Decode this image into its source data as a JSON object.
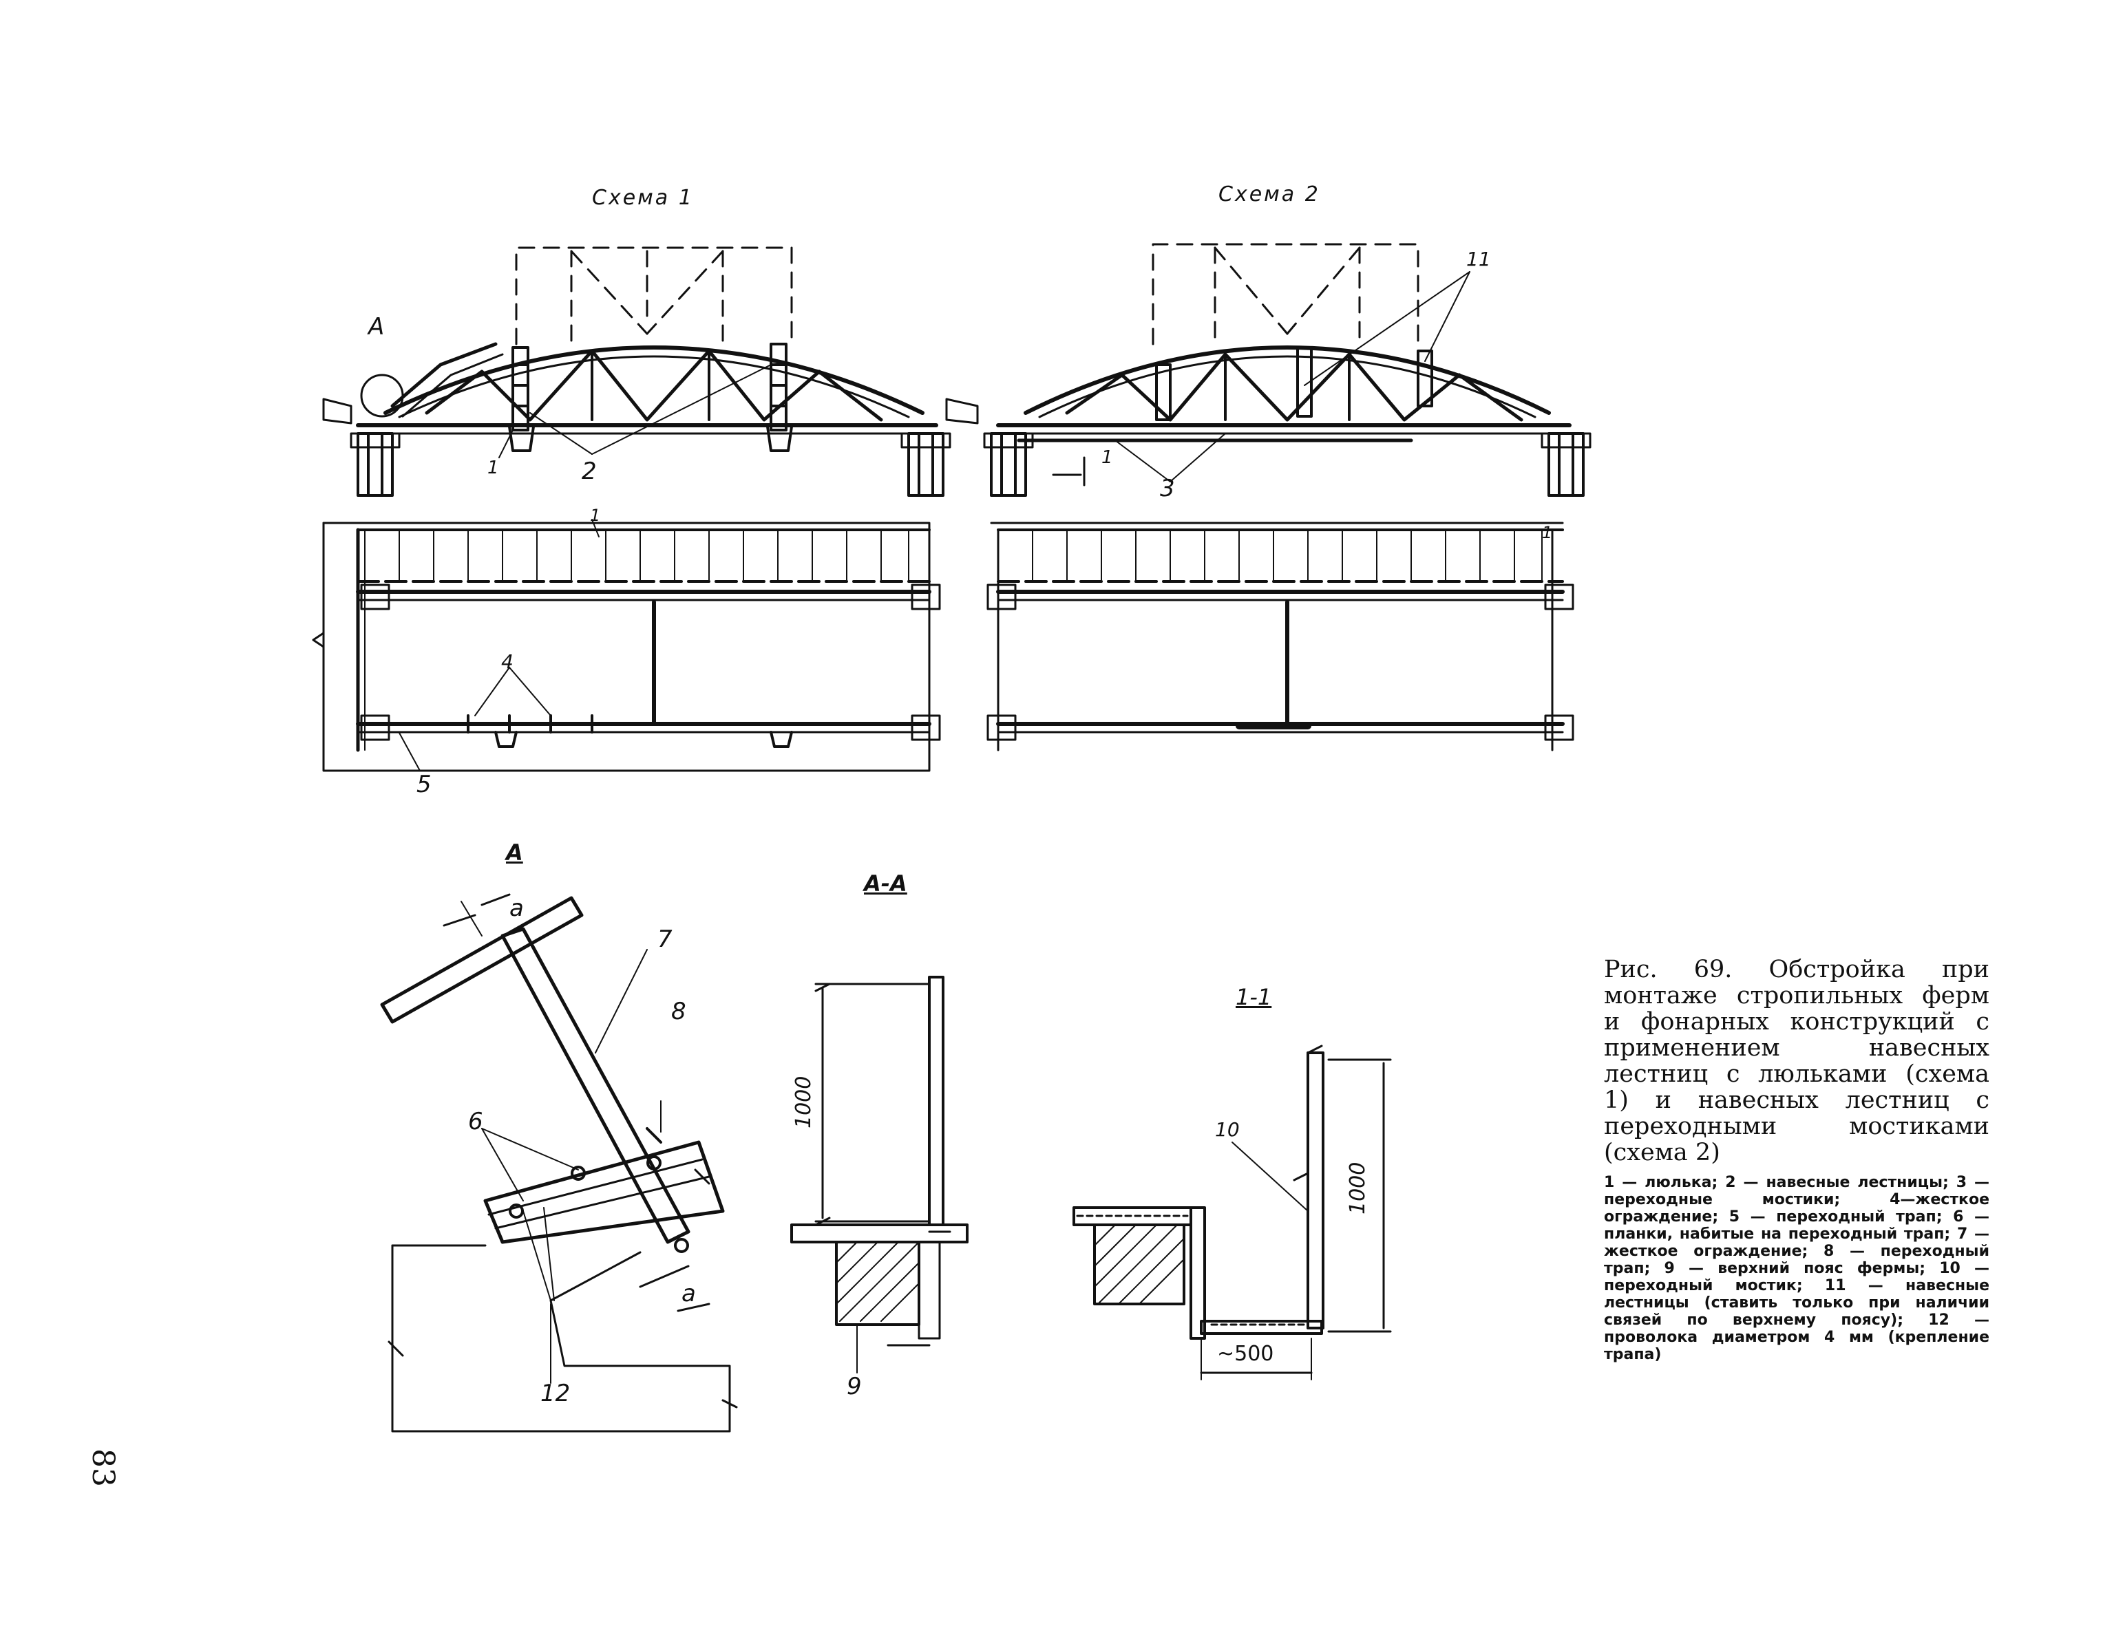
{
  "labels": {
    "scheme1": "Схема 1",
    "scheme2": "Схема 2",
    "node_a": "А",
    "view_a": "А",
    "section_aa": "А-А",
    "section_11": "1-1",
    "mark_a": "а",
    "dim_1000_left": "1000",
    "dim_1000_right": "1000",
    "dim_500": "~500"
  },
  "callouts": {
    "c1_top": "1",
    "c2_top": "2",
    "c3_top": "3",
    "c11_top": "11",
    "c1_plan": "1",
    "c4_plan": "4",
    "c5_plan": "5",
    "c6": "6",
    "c7": "7",
    "c8": "8",
    "c9": "9",
    "c10": "10",
    "c12": "12",
    "sect1_left": "1",
    "sect1_right": "1"
  },
  "caption": {
    "title": "Рис. 69. Обстройка при монтаже стропильных ферм и фонарных конструкций с применением навесных лестниц с люльками (схема 1) и навесных лестниц с переходными мостиками (схема 2)",
    "legend": "1 — люлька; 2 — навесные лестницы; 3 — переходные мостики; 4—жесткое ограждение; 5 — переходный трап; 6 — планки, набитые на переходный трап; 7 — жесткое ограждение; 8 — переходный трап; 9 — верхний пояс фермы; 10 — переходный мостик; 11 — навесные лестницы (ставить только при наличии связей по верхнему поясу); 12 — проволока диаметром 4 мм (крепление трапа)"
  },
  "page_number": "83"
}
